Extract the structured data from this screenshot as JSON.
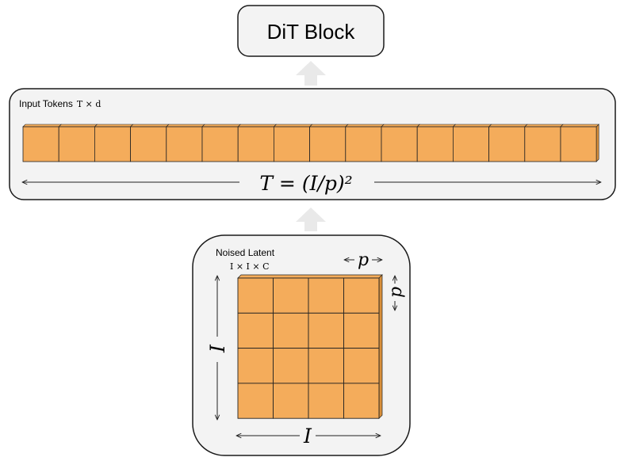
{
  "title_block": {
    "label": "DiT Block"
  },
  "tokens_panel": {
    "label": "Input Tokens",
    "dims": "T × d",
    "token_count": 16,
    "length_formula": "T = (I/p)²"
  },
  "latent_panel": {
    "label": "Noised Latent",
    "dims": "I × I × C",
    "grid_rows": 4,
    "grid_cols": 4,
    "side_label": "I",
    "bottom_label": "I",
    "patch_label_top": "p",
    "patch_label_right": "p"
  },
  "colors": {
    "patch_fill": "#f4ac5b",
    "patch_stroke": "#222222",
    "patch_side": "#d88f3a",
    "panel_fill": "#f3f3f3",
    "panel_stroke": "#1a1a1a",
    "flow_arrow": "#e9e9e9"
  }
}
